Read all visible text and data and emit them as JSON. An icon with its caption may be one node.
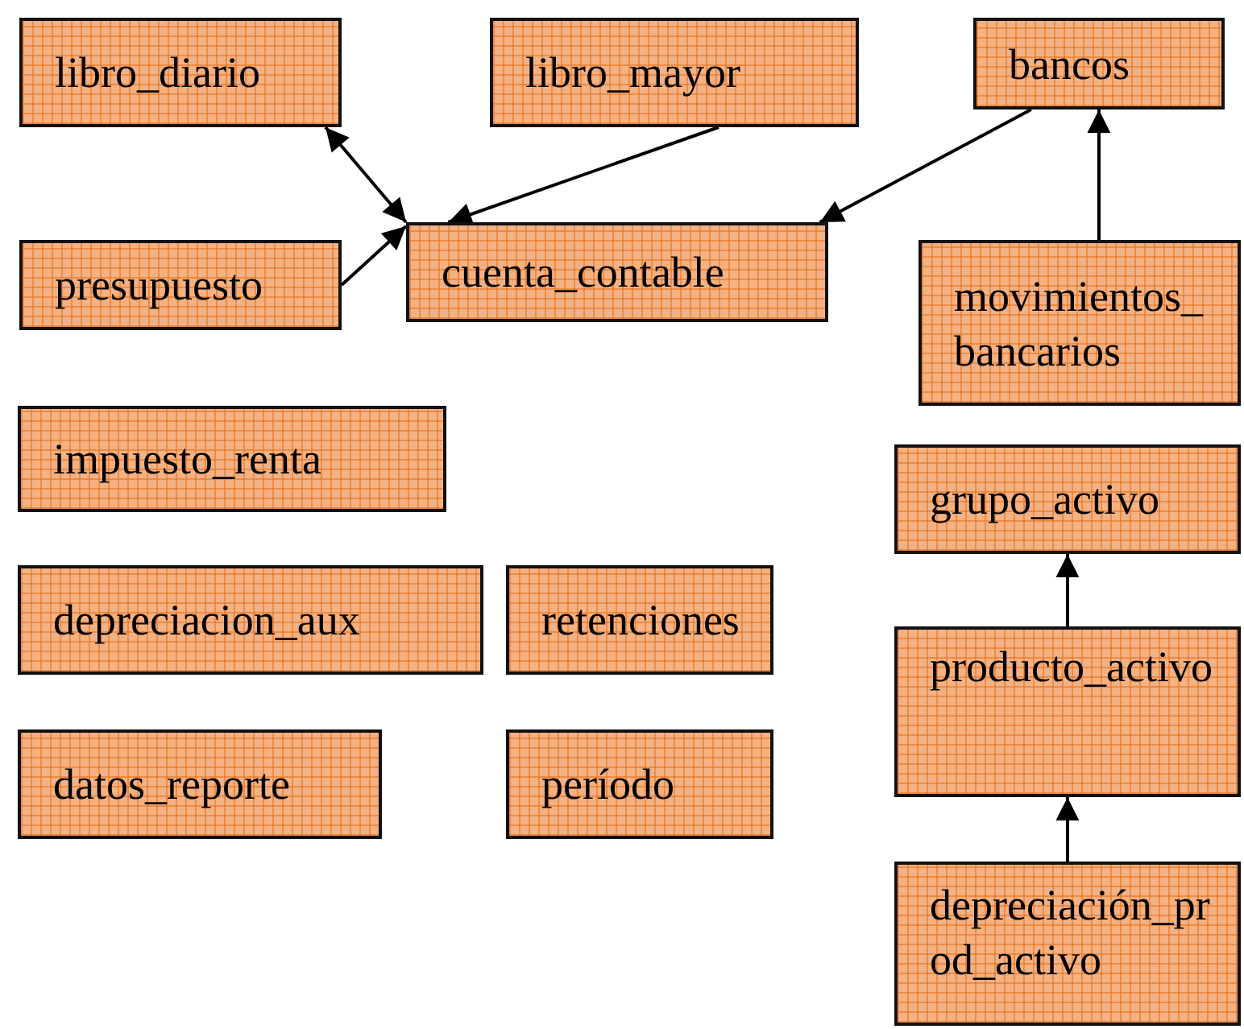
{
  "diagram": {
    "nodes": [
      {
        "text": [
          "libro_diario"
        ]
      },
      {
        "text": [
          "libro_mayor"
        ]
      },
      {
        "text": [
          "bancos"
        ]
      },
      {
        "text": [
          "presupuesto"
        ]
      },
      {
        "text": [
          "cuenta_contable"
        ]
      },
      {
        "text": [
          "movimientos_bancarios"
        ]
      },
      {
        "text": [
          "impuesto_renta"
        ]
      },
      {
        "text": [
          "depreciacion_aux"
        ]
      },
      {
        "text": [
          "retenciones"
        ]
      },
      {
        "text": [
          "datos_reporte"
        ]
      },
      {
        "text": [
          "período"
        ]
      },
      {
        "text": [
          "grupo_activo"
        ]
      },
      {
        "text": [
          "producto_activo"
        ]
      },
      {
        "text": [
          "depreciación_prod_activo"
        ]
      }
    ],
    "edges": [
      {
        "from": 0,
        "to": 4,
        "arrow": "both"
      },
      {
        "from": 1,
        "to": 4,
        "arrow": "to"
      },
      {
        "from": 3,
        "to": 4,
        "arrow": "to"
      },
      {
        "from": 2,
        "to": 4,
        "arrow": "to"
      },
      {
        "from": 5,
        "to": 2,
        "arrow": "to"
      },
      {
        "from": 12,
        "to": 11,
        "arrow": "to"
      },
      {
        "from": 13,
        "to": 12,
        "arrow": "to"
      }
    ]
  }
}
